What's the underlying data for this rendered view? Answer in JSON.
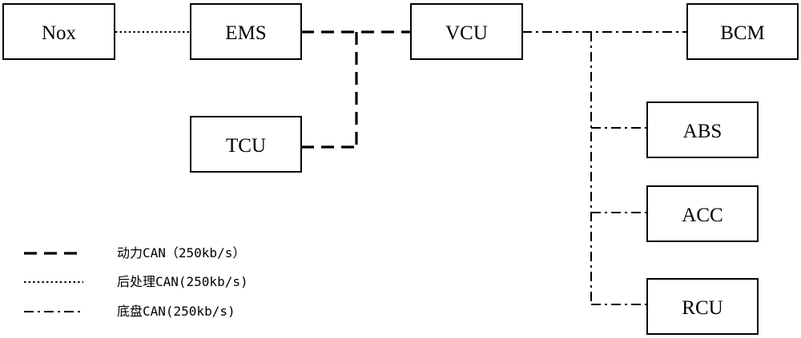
{
  "nodes": {
    "nox": "Nox",
    "ems": "EMS",
    "vcu": "VCU",
    "bcm": "BCM",
    "tcu": "TCU",
    "abs": "ABS",
    "acc": "ACC",
    "rcu": "RCU"
  },
  "legend": {
    "power_can": "动力CAN（250kb/s）",
    "post_can": "后处理CAN(250kb/s)",
    "chassis_can": "底盘CAN(250kb/s)"
  }
}
